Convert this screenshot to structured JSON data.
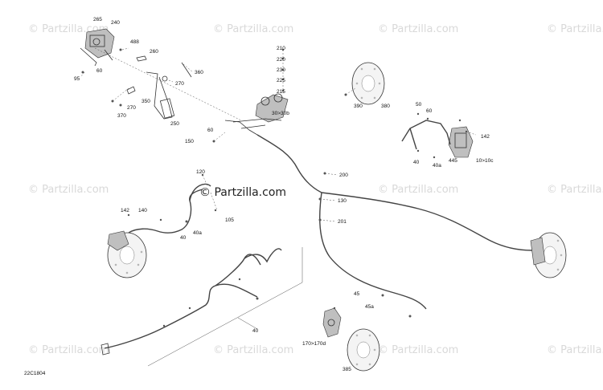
{
  "watermark": {
    "text": "© Partzilla.com",
    "center_text": "© Partzilla.com"
  },
  "diagram_code": "22C1804",
  "callouts": {
    "c265": "265",
    "c240": "240",
    "c488": "488",
    "c260": "260",
    "c60a": "60",
    "c95": "95",
    "c360": "360",
    "c270a": "270",
    "c350": "350",
    "c270b": "270",
    "c370": "370",
    "c250": "250",
    "c210": "210",
    "c220": "220",
    "c230": "230",
    "c225": "225",
    "c215": "215",
    "c30": "30>30b",
    "c60b": "60",
    "c150": "150",
    "c390": "390",
    "c380": "380",
    "c50": "50",
    "c60c": "60",
    "c142a": "142",
    "c40a": "40",
    "c40aa": "40a",
    "c445": "445",
    "c10": "10>10c",
    "c200": "200",
    "c120": "120",
    "c130": "130",
    "c105": "105",
    "c201": "201",
    "c142b": "142",
    "c140": "140",
    "c40b": "40",
    "c40ab": "40a",
    "c45": "45",
    "c45a": "45a",
    "c40c": "40",
    "c170": "170>170d",
    "c385": "385"
  }
}
